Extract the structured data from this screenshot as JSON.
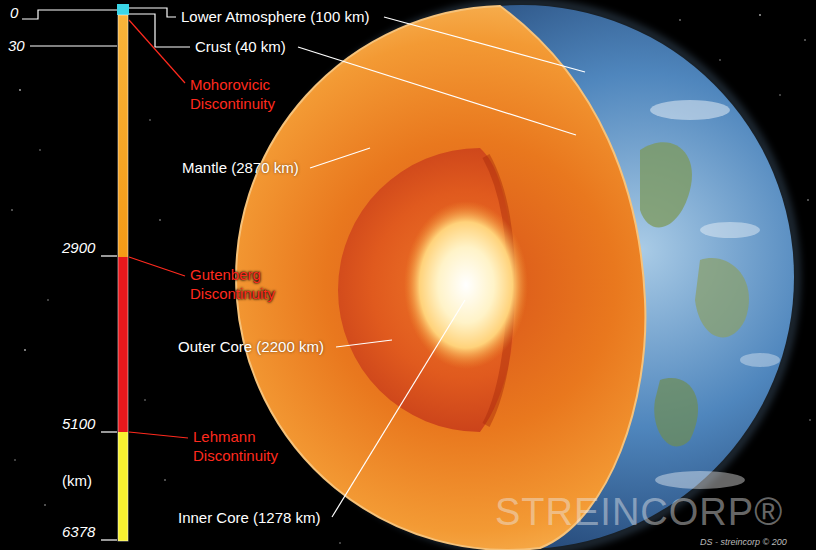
{
  "diagram": {
    "labels": [
      "Lower Atmosphere (100 km)",
      "Crust (40 km)",
      "0",
      "30",
      "Mohorovicic Discontinuity",
      "Mantle (2870 km)",
      "2900",
      "Gutenberg Discontinuity",
      "Outer Core (2200 km)",
      "5100",
      "Lehmann Discontinuity",
      "(km)",
      "Inner Core (1278 km)",
      "6378",
      "STREINCORP®",
      "DS - streincorp © 200"
    ]
  }
}
